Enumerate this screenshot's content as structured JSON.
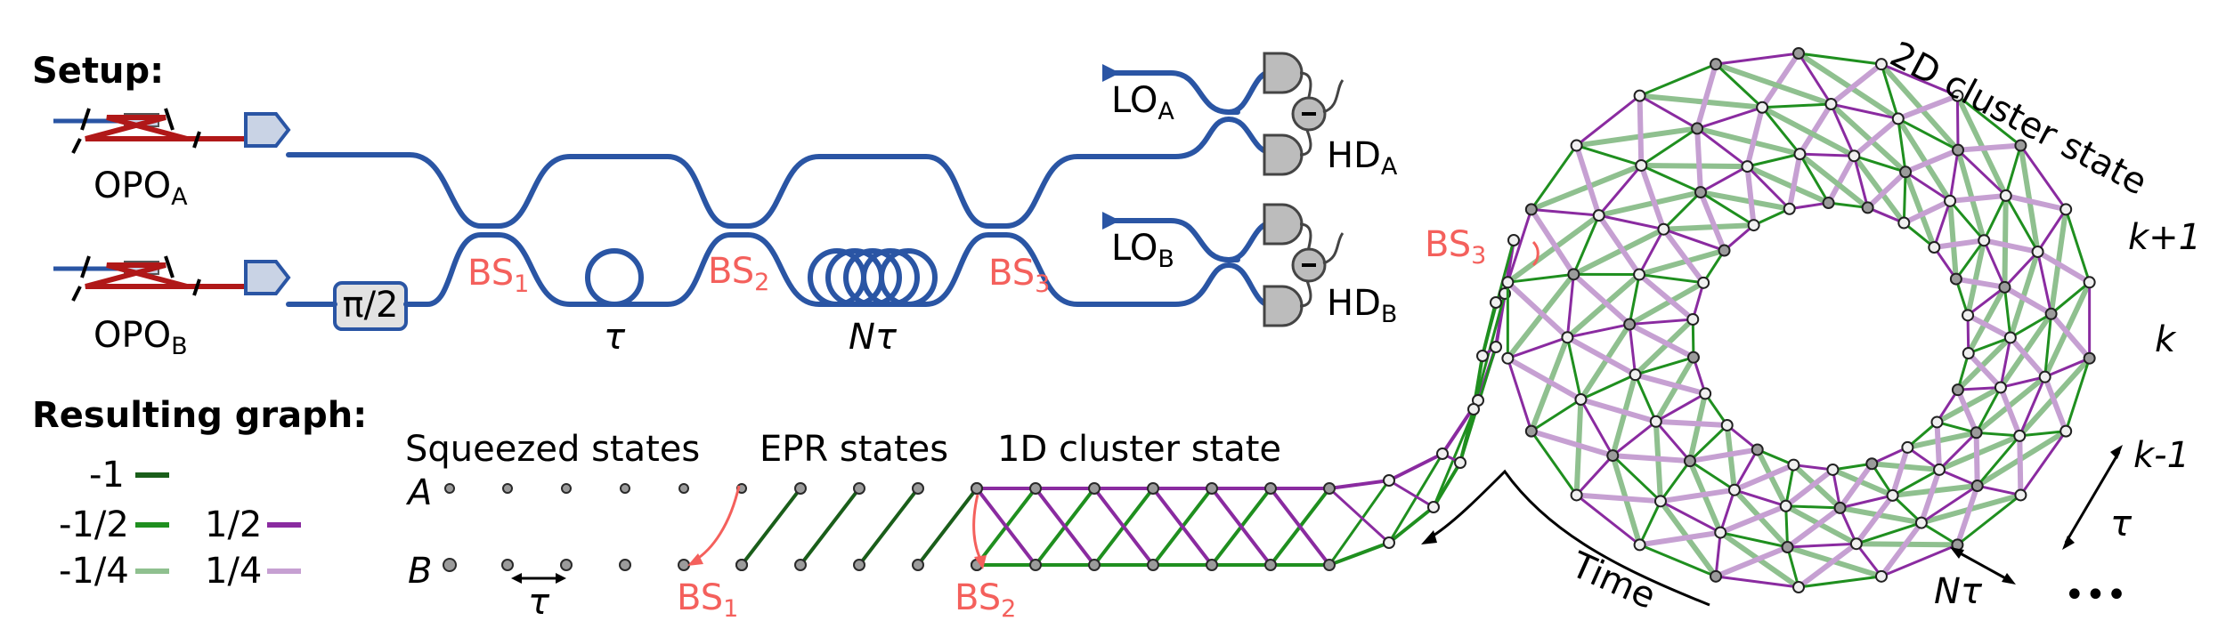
{
  "colors": {
    "fiber": "#2a55a4",
    "laser": "#b01818",
    "beamsplitter_label": "#f4605c",
    "edge_neg1": "#1a5e1a",
    "edge_neg_half": "#1f8f1f",
    "edge_neg_quarter": "#8fc08f",
    "edge_pos_half": "#8a2ba0",
    "edge_pos_quarter": "#c6a0d2"
  },
  "setup": {
    "title": "Setup:",
    "opo_a": "OPO",
    "opo_a_sub": "A",
    "opo_b": "OPO",
    "opo_b_sub": "B",
    "phase_shifter": "π/2",
    "bs1": "BS",
    "bs1_sub": "1",
    "bs2": "BS",
    "bs2_sub": "2",
    "bs3": "BS",
    "bs3_sub": "3",
    "delay_tau": "τ",
    "delay_ntau": "Nτ",
    "lo_a": "LO",
    "lo_a_sub": "A",
    "lo_b": "LO",
    "lo_b_sub": "B",
    "hd_a": "HD",
    "hd_a_sub": "A",
    "hd_b": "HD",
    "hd_b_sub": "B"
  },
  "graph": {
    "title": "Resulting graph:",
    "legend": [
      {
        "label": "-1"
      },
      {
        "label": "-1/2"
      },
      {
        "label": "-1/4"
      },
      {
        "label": "1/2"
      },
      {
        "label": "1/4"
      }
    ],
    "stage_squeezed": "Squeezed states",
    "stage_epr": "EPR states",
    "stage_1d": "1D cluster state",
    "row_a": "A",
    "row_b": "B",
    "tau": "τ",
    "bs1": "BS",
    "bs1_sub": "1",
    "bs2": "BS",
    "bs2_sub": "2"
  },
  "cluster2d": {
    "title": "2D cluster state",
    "bs3": "BS",
    "bs3_sub": "3",
    "k_plus": "k+1",
    "k": "k",
    "k_minus": "k-1",
    "tau": "τ",
    "ntau": "Nτ",
    "time": "Time",
    "ellipsis": "•••"
  }
}
